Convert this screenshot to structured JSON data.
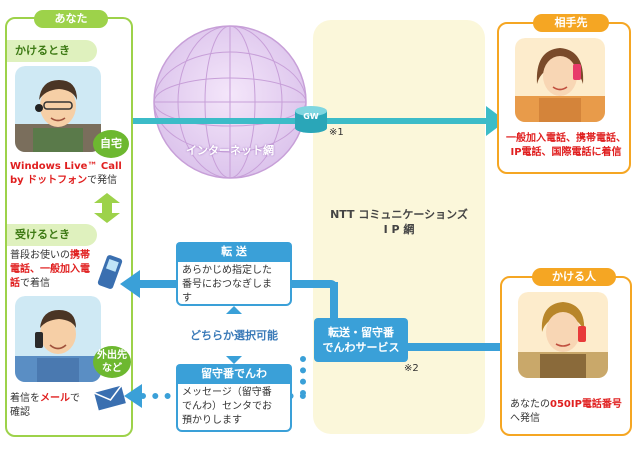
{
  "colors": {
    "green": "#9dd24a",
    "green_light": "#dff1be",
    "orange": "#f5a623",
    "blue": "#3aa0d8",
    "cyan_line": "#3cbcc8",
    "red_text": "#e02020",
    "ip_bg": "#fbf7da",
    "globe": "#c79fd8"
  },
  "left_panel": {
    "tag": "あなた",
    "calling_heading": "かけるとき",
    "home_badge": "自宅",
    "calling_line1": "Windows Live™ Call",
    "calling_line2_prefix": "by ",
    "calling_line2_red": "ドットフォン",
    "calling_line2_suffix": "で発信",
    "receiving_heading": "受けるとき",
    "receiving_line1_prefix": "普段お使いの",
    "receiving_line1_red": "携帯",
    "receiving_line2_red": "電話、一般加入電",
    "receiving_line3_red": "話",
    "receiving_line3_suffix": "で着信",
    "away_badge_line1": "外出先",
    "away_badge_line2": "など",
    "mail_line1_prefix": "着信を",
    "mail_line1_red": "メール",
    "mail_line1_suffix": "で",
    "mail_line2": "確認"
  },
  "internet": {
    "label": "インターネット網",
    "gw_label": "GW",
    "note1": "※1"
  },
  "ip_network": {
    "line1": "NTT コミュニケーションズ",
    "line2": "I P 網"
  },
  "service_box": {
    "line1": "転送・留守番",
    "line2": "でんわサービス",
    "note2": "※2"
  },
  "transfer_box": {
    "title": "転 送",
    "line1": "あらかじめ指定した",
    "line2": "番号におつなぎしま",
    "line3": "す"
  },
  "choice_label": "どちらか選択可能",
  "voicemail_box": {
    "title": "留守番でんわ",
    "line1": "メッセージ（留守番",
    "line2": "でんわ）センタでお",
    "line3": "預かりします"
  },
  "callee_panel": {
    "tag": "相手先",
    "line1": "一般加入電話、携帯電話、",
    "line2": "IP電話、国際電話に着信"
  },
  "caller_panel": {
    "tag": "かける人",
    "line1_prefix": "あなたの",
    "line1_red": "050IP電話番号",
    "line2": "へ発信"
  }
}
